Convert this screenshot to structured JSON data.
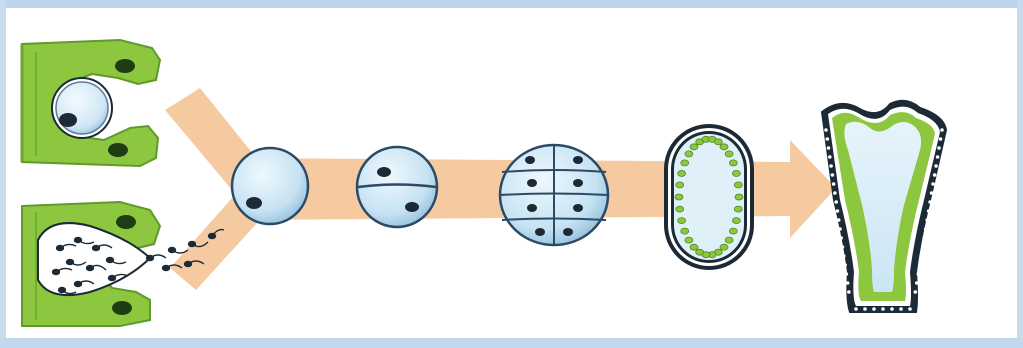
{
  "diagram": {
    "stages": [
      "egg-in-archegonium",
      "sperm-in-antheridium",
      "zygote",
      "two-cell-stage",
      "eight-cell-stage",
      "blastula",
      "gastrula"
    ],
    "colors": {
      "background": "#ffffff",
      "frame": "#bcd4ec",
      "arrow": "#f6caa0",
      "cell_tissue": "#8dc63f",
      "cell_tissue_dark": "#5f9a2a",
      "embryo_fill": "#c6e2f3",
      "embryo_stroke": "#2b4a66",
      "nucleus": "#1c2a36"
    }
  }
}
